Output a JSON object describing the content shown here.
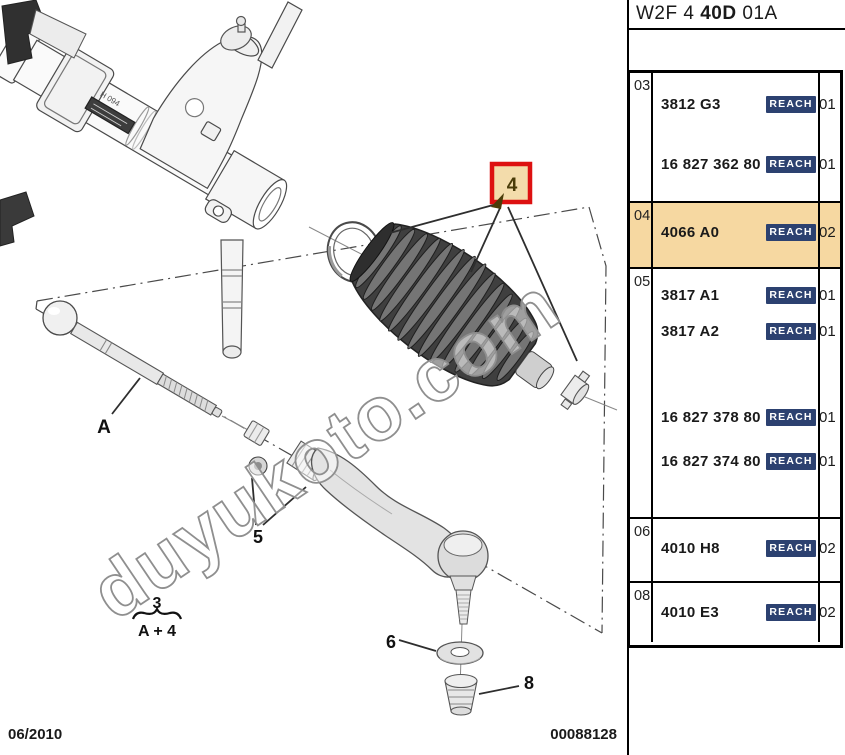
{
  "header": {
    "code_prefix": "W2F 4 ",
    "code_bold": "40D",
    "code_suffix": " 01A"
  },
  "footer": {
    "date": "06/2010",
    "doc_number": "00088128"
  },
  "watermark": "duyukoto.com",
  "badge_label": "REACH",
  "colors": {
    "row_highlight": "#f6d8a1",
    "badge_bg": "#2c4170",
    "callout_red": "#dd1111",
    "callout_fill": "#f3dcab"
  },
  "diagram": {
    "labels": {
      "a": "A",
      "four": "4",
      "five": "5",
      "six": "6",
      "eight": "8",
      "group_top": "3",
      "group_bottom": "A + 4",
      "housing_text": "H 094"
    }
  },
  "table": {
    "rows": [
      {
        "ref": "03",
        "highlighted": false,
        "parts": [
          {
            "number": "3812 G3",
            "reach": true,
            "qty": "01"
          },
          {
            "number": "16 827 362 80",
            "reach": true,
            "qty": "01"
          }
        ]
      },
      {
        "ref": "04",
        "highlighted": true,
        "parts": [
          {
            "number": "4066 A0",
            "reach": true,
            "qty": "02"
          }
        ]
      },
      {
        "ref": "05",
        "highlighted": false,
        "parts": [
          {
            "number": "3817 A1",
            "reach": true,
            "qty": "01"
          },
          {
            "number": "3817 A2",
            "reach": true,
            "qty": "01"
          },
          {
            "number": "16 827 378 80",
            "reach": true,
            "qty": "01"
          },
          {
            "number": "16 827 374 80",
            "reach": true,
            "qty": "01"
          }
        ]
      },
      {
        "ref": "06",
        "highlighted": false,
        "parts": [
          {
            "number": "4010 H8",
            "reach": true,
            "qty": "02"
          }
        ]
      },
      {
        "ref": "08",
        "highlighted": false,
        "parts": [
          {
            "number": "4010 E3",
            "reach": true,
            "qty": "02"
          }
        ]
      }
    ]
  }
}
